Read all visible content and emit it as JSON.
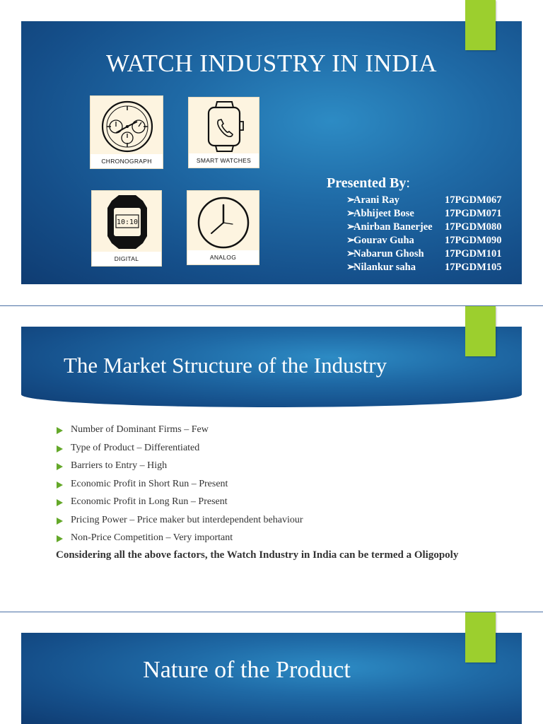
{
  "slide1": {
    "title": "WATCH INDUSTRY IN INDIA",
    "icons": [
      {
        "icon": "chronograph-watch-icon",
        "caption": "CHRONOGRAPH"
      },
      {
        "icon": "smart-watch-icon",
        "caption": "SMART WATCHES"
      },
      {
        "icon": "digital-watch-icon",
        "caption": "DIGITAL",
        "display": "10:10"
      },
      {
        "icon": "analog-clock-icon",
        "caption": "ANALOG"
      }
    ],
    "presented_by": "Presented By",
    "presented_colon": ":",
    "members": [
      {
        "name": "Arani Ray",
        "id": "17PGDM067"
      },
      {
        "name": "Abhijeet Bose",
        "id": "17PGDM071"
      },
      {
        "name": "Anirban Banerjee",
        "id": "17PGDM080"
      },
      {
        "name": "Gourav Guha",
        "id": "17PGDM090"
      },
      {
        "name": "Nabarun Ghosh",
        "id": "17PGDM101"
      },
      {
        "name": "Nilankur saha",
        "id": "17PGDM105"
      }
    ],
    "member_arrow": "➢"
  },
  "slide2": {
    "title": "The Market Structure of the Industry",
    "bullets": [
      "Number of Dominant Firms – Few",
      "Type of Product – Differentiated",
      "Barriers to Entry – High",
      "Economic Profit in Short Run – Present",
      "Economic Profit in Long Run – Present",
      "Pricing Power – Price maker but interdependent behaviour",
      "Non-Price Competition – Very important"
    ],
    "conclusion": "Considering all the above factors, the Watch Industry in India can be termed a Oligopoly"
  },
  "slide3": {
    "title": "Nature of the Product"
  },
  "colors": {
    "panel_blue": "#1f6aa6",
    "accent_green": "#9ccf2e",
    "bullet_green": "#64a829",
    "card_cream": "#fdf4e0"
  }
}
